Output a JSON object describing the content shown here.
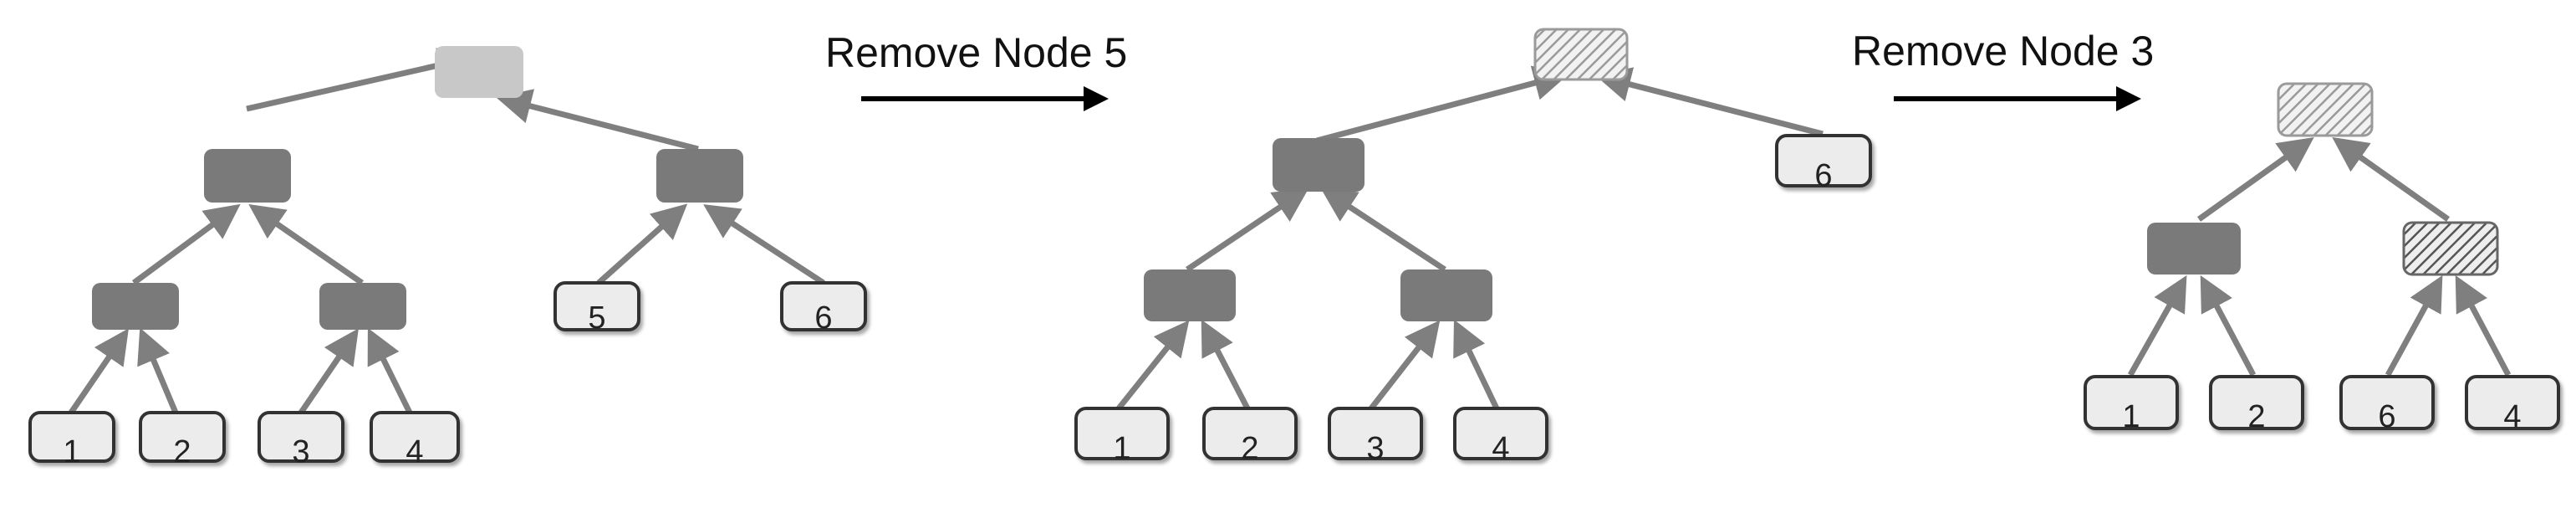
{
  "steps": [
    {
      "label": "Remove Node 5"
    },
    {
      "label": "Remove Node 3"
    }
  ],
  "trees": [
    {
      "leaves": [
        "1",
        "2",
        "3",
        "4",
        "5",
        "6"
      ]
    },
    {
      "leaves": [
        "1",
        "2",
        "3",
        "4",
        "6"
      ]
    },
    {
      "leaves": [
        "1",
        "2",
        "6",
        "4"
      ]
    }
  ],
  "colors": {
    "internal_node": "#7a7a7a",
    "root_light": "#c8c8c8",
    "leaf_fill": "#ececec",
    "leaf_border": "#333333",
    "edge": "#7f7f7f",
    "arrow": "#000000",
    "hatch": "#999999"
  }
}
